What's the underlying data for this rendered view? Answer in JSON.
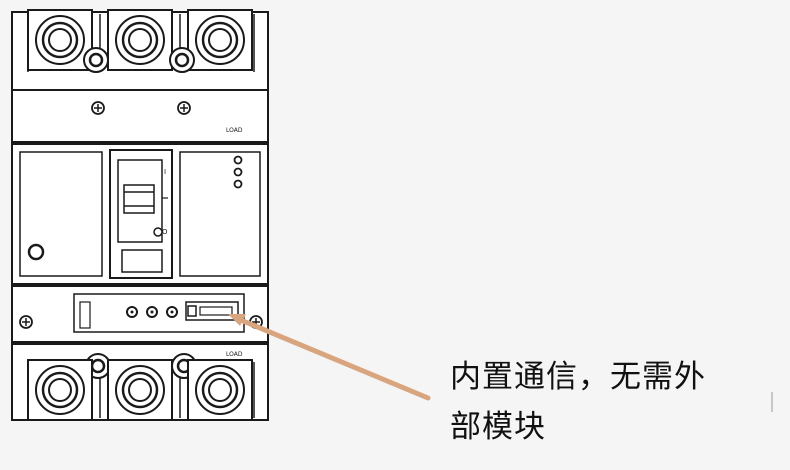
{
  "diagram": {
    "panel_label_top": "LOAD",
    "panel_label_bottom": "LOAD",
    "switch_mark_on": "I",
    "switch_mark_off": "O",
    "colors": {
      "background": "#f5f5f5",
      "stroke": "#1a1a1a",
      "arrow": "#d9a57e"
    }
  },
  "callout": {
    "line1": "内置通信，无需外",
    "line2": "部模块"
  }
}
